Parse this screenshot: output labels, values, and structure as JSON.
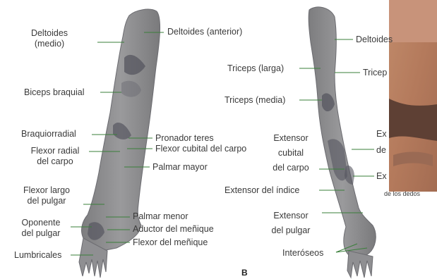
{
  "labels": {
    "deltoides_medio": "Deltoides\n(medio)",
    "deltoides_anterior": "Deltoides (anterior)",
    "biceps_braquial": "Biceps braquial",
    "braquiorradial": "Braquiorradial",
    "flexor_radial": "Flexor radial\ndel carpo",
    "pronador_teres": "Pronador teres",
    "flexor_cubital": "Flexor cubital del carpo",
    "palmar_mayor": "Palmar mayor",
    "flexor_largo_pulgar": "Flexor largo\ndel pulgar",
    "palmar_menor": "Palmar menor",
    "oponente_pulgar": "Oponente\ndel pulgar",
    "aductor_menique": "Aductor del meñique",
    "flexor_menique": "Flexor del meñique",
    "lumbricales": "Lumbricales",
    "deltoides_right": "Deltoides",
    "triceps_larga": "Triceps (larga)",
    "triceps_lateral_partial": "Tricep",
    "triceps_media": "Triceps (media)",
    "extensor_cubital": "Extensor\ncubital\ndel carpo",
    "extensor_indice": "Extensor del índice",
    "extensor_pulgar": "Extensor\ndel pulgar",
    "interoseos": "Interóseos",
    "cut_ex1": "Ex",
    "cut_de": "de",
    "cut_ex2": "Ex",
    "cut_de_los_dedos": "de los dedos",
    "figure_letter": "B"
  },
  "colors": {
    "line": "#3a7f3a",
    "arm": "#8e8e8e",
    "arm_dark": "#55555f",
    "text": "#3a3a3a"
  }
}
